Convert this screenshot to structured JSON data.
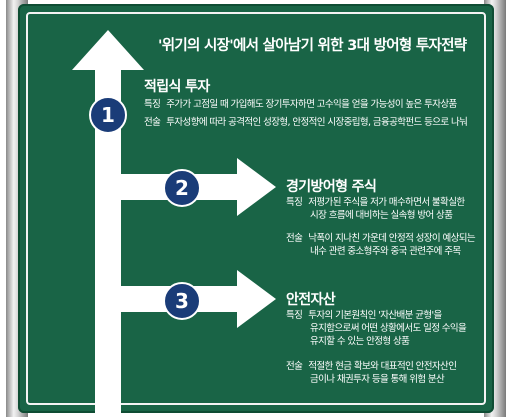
{
  "title": "'위기의 시장'에서 살아남기 위한 3대 방어형 투자전략",
  "strategies": [
    {
      "number": "1",
      "name": "적립식 투자",
      "feature_label": "특징",
      "feature_lines": [
        "주가가 고점일 때 가입해도 장기투자하면 고수익을 얻을 가능성이 높은 투자상품"
      ],
      "tactic_label": "전술",
      "tactic_lines": [
        "투자성향에 따라 공격적인 성장형, 안정적인 시장중립형, 금융공학펀드 등으로 나눠"
      ]
    },
    {
      "number": "2",
      "name": "경기방어형 주식",
      "feature_label": "특징",
      "feature_lines": [
        "저평가된 주식을 저가 매수하면서 불확실한",
        "시장 흐름에 대비하는 실속형 방어 상품"
      ],
      "tactic_label": "전술",
      "tactic_lines": [
        "낙폭이 지나친 가운데 안정적 성장이 예상되는",
        "내수 관련 중소형주와 중국 관련주에 주목"
      ]
    },
    {
      "number": "3",
      "name": "안전자산",
      "feature_label": "특징",
      "feature_lines": [
        "투자의 기본원칙인 '자산배분 균형'을",
        "유지함으로써 어떤 상황에서도 일정 수익을",
        "유지할 수 있는 안정형 상품"
      ],
      "tactic_label": "전술",
      "tactic_lines": [
        "적절한 현금 확보와 대표적인 안전자산인",
        "금이나 채권투자 등을 통해 위험 분산"
      ]
    }
  ]
}
